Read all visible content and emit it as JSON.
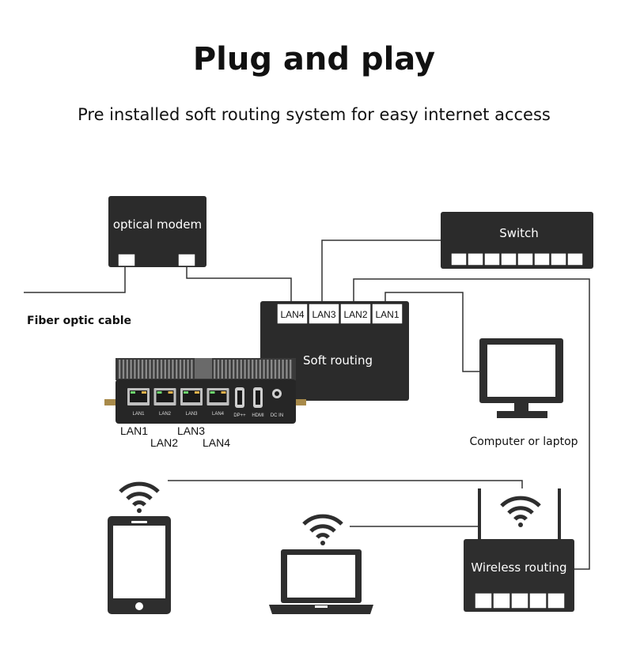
{
  "header": {
    "title": "Plug and play",
    "subtitle": "Pre installed soft routing system for easy internet access"
  },
  "colors": {
    "box": "#2b2b2b",
    "line": "#333333",
    "background": "#ffffff",
    "icon": "#2e2e2e"
  },
  "optical_modem": {
    "label": "optical modem"
  },
  "fiber": {
    "label": "Fiber optic cable"
  },
  "switch_box": {
    "label": "Switch"
  },
  "soft_routing": {
    "label": "Soft routing",
    "ports": [
      "LAN4",
      "LAN3",
      "LAN2",
      "LAN1"
    ]
  },
  "device": {
    "port_labels": [
      "LAN1",
      "LAN2",
      "LAN3",
      "LAN4"
    ],
    "small_labels": [
      "LAN1",
      "LAN2",
      "LAN3",
      "LAN4",
      "DP++",
      "HDMI",
      "DC IN"
    ]
  },
  "computer": {
    "label": "Computer or laptop",
    "icon": "monitor-icon"
  },
  "wireless": {
    "label": "Wireless routing",
    "icon": "router-icon"
  },
  "icons": [
    "wifi-icon",
    "phone-icon",
    "laptop-icon",
    "monitor-icon"
  ]
}
